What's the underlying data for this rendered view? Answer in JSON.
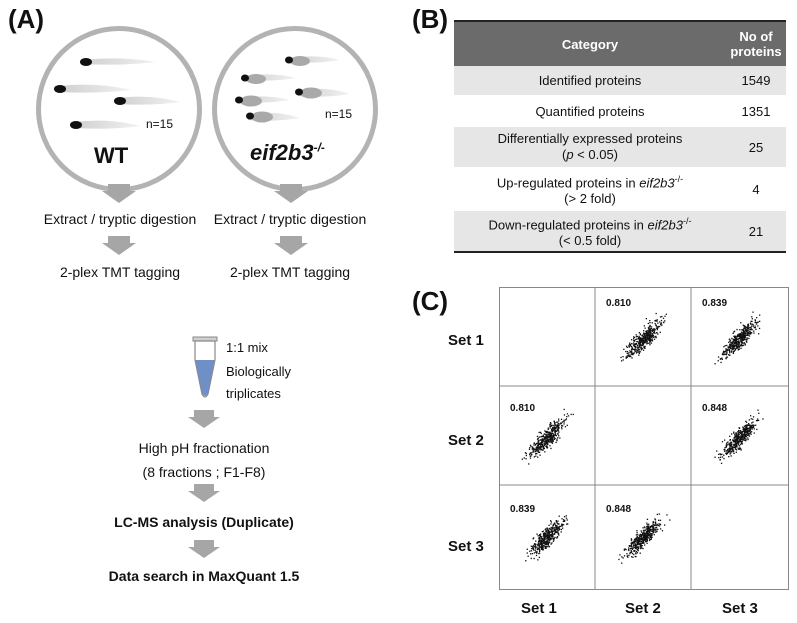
{
  "panel_labels": {
    "a": "(A)",
    "b": "(B)",
    "c": "(C)"
  },
  "workflow": {
    "wt_label": "WT",
    "mutant_label": "eif2b3",
    "mutant_superscript": "-/-",
    "n_wt": "n=15",
    "n_mutant": "n=15",
    "extract_left": "Extract / tryptic digestion",
    "extract_right": "Extract / tryptic digestion",
    "tmt_left": "2-plex TMT tagging",
    "tmt_right": "2-plex TMT tagging",
    "mix_line1": "1:1 mix",
    "mix_line2": "Biologically",
    "mix_line3": "triplicates",
    "fraction_line1": "High pH fractionation",
    "fraction_line2": "(8 fractions ; F1-F8)",
    "lcms": "LC-MS analysis (Duplicate)",
    "search": "Data search in MaxQuant 1.5"
  },
  "table": {
    "header_category": "Category",
    "header_count_line1": "No of",
    "header_count_line2": "proteins",
    "rows": [
      {
        "label": "Identified proteins",
        "count": "1549"
      },
      {
        "label": "Quantified proteins",
        "count": "1351"
      },
      {
        "label": "Differentially expressed proteins",
        "label2a": "(",
        "label2_italic": "p",
        "label2b": " < 0.05)",
        "count": "25"
      },
      {
        "label": "Up-regulated proteins in ",
        "label_italic": "eif2b3",
        "label_sup": "-/-",
        "label2": "(> 2 fold)",
        "count": "4"
      },
      {
        "label": "Down-regulated proteins in ",
        "label_italic": "eif2b3",
        "label_sup": "-/-",
        "label2": "(< 0.5 fold)",
        "count": "21"
      }
    ]
  },
  "matrix": {
    "row_labels": [
      "Set 1",
      "Set 2",
      "Set 3"
    ],
    "col_labels": [
      "Set 1",
      "Set 2",
      "Set 3"
    ],
    "correlations": {
      "s1_s2": "0.810",
      "s1_s3": "0.839",
      "s2_s1": "0.810",
      "s2_s3": "0.848",
      "s3_s1": "0.839",
      "s3_s2": "0.848"
    }
  },
  "colors": {
    "arrow": "#a6a6a6",
    "circle_border": "#b3b3b3",
    "table_header": "#6b6b6b",
    "table_shade": "#e6e6e6",
    "tube_liquid": "#6f8fc7"
  }
}
